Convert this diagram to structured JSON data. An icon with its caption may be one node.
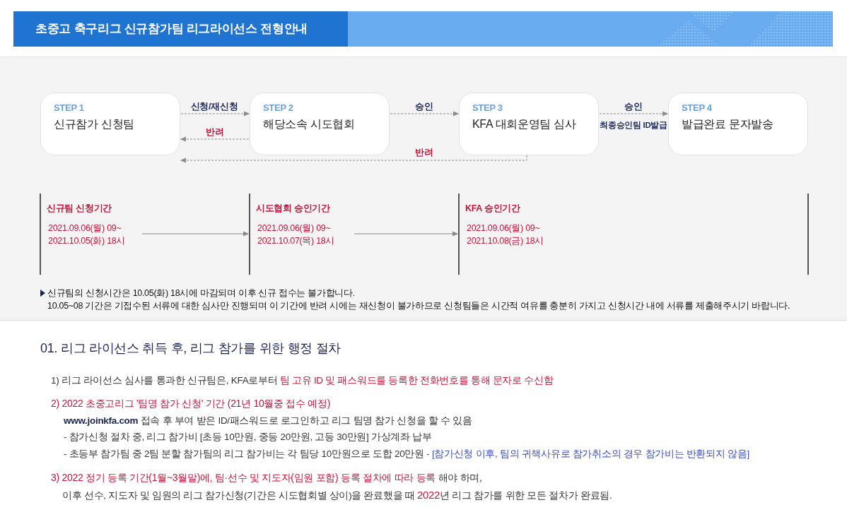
{
  "diagram": {
    "title": "초중고 축구리그 신규참가팀 리그라이선스 전형안내",
    "nodes": [
      {
        "text": [
          "STEP 1",
          "신규참가 신청팀"
        ]
      },
      {
        "text": [
          "STEP 2",
          "해당소속 시도협회"
        ]
      },
      {
        "text": [
          "STEP 3",
          "KFA 대회운영팀 심사"
        ]
      },
      {
        "text": [
          "STEP 4",
          "발급완료 문자발송"
        ]
      },
      {
        "text": [
          "신규팀 신청기간",
          "2021.09.06(월) 09~ 2021.10.05(화) 18시"
        ]
      },
      {
        "text": [
          "시도협회 승인기간",
          "2021.09.06(월) 09~ 2021.10.07(목) 18시"
        ]
      },
      {
        "text": [
          "KFA 승인기간",
          "2021.09.06(월) 09~ 2021.10.08(금) 18시"
        ]
      }
    ],
    "edges": [
      {
        "from": 0,
        "to": 1,
        "arrow": "to",
        "label": "신청/재신청",
        "style": "dashed"
      },
      {
        "from": 1,
        "to": 0,
        "arrow": "to",
        "label": "반려",
        "style": "dashed"
      },
      {
        "from": 1,
        "to": 2,
        "arrow": "to",
        "label": "승인",
        "style": "dashed"
      },
      {
        "from": 2,
        "to": 0,
        "arrow": "to",
        "label": "반려",
        "style": "dashed"
      },
      {
        "from": 2,
        "to": 3,
        "arrow": "to",
        "label": "승인",
        "style": "dashed"
      },
      {
        "from": 4,
        "to": 5,
        "arrow": "to"
      },
      {
        "from": 5,
        "to": 6,
        "arrow": "to"
      }
    ],
    "labels": [
      "최종승인팀 ID발급",
      "신규팀의 신청시간은 10.05(화) 18시에 마감되며 이후 신규 접수는 불가합니다.",
      "10.05~08 기간은 기접수된 서류에 대한 심사만 진행되며 이 기간에 반려 시에는 재신청이 불가하므로 신청팀들은 시간적 여유를 충분히 가지고 신청시간 내에 서류를 제출해주시기 바랍니다.",
      "01. 리그 라이선스 취득 후, 리그 참가를 위한 행정 절차",
      "1) 리그 라이선스 심사를 통과한 신규팀은, KFA로부터 **팀 고유 ID 및 패스워드를 등록한 전화번호를 통해 문자로 수신함**",
      "2) 2022 초중고리그 '팀명 참가 신청' 기간 (21년 10월중 접수 예정)",
      "**www.joinkfa.com** 접속 후 부여 받은 ID/패스워드로 로그인하고 리그 팀명 참가 신청을 할 수 있음",
      "- 참가신청 절차 중, 리그 참가비 [초등 10만원, 중등 20만원, 고등 30만원] 가상계좌 납부",
      "- 초등부 참가팀 중 2팀 분할 참가팀의 리그 참가비는 각 팀당 10만원으로 도합 20만원 **- [참가신청 이후, 팀의 귀책사유로 참가취소의 경우 참가비는 반환되지 않음]**",
      "**3) 2022 정기 등록 기간(1월~3월말)에, 팀·선수 및 지도자(임원 포함) 등록 절차에 따라 등록** 해야 하며,",
      "이후 선수, 지도자 및 임원의 리그 참가신청(기간은 시도협회별 상이)을 완료했을 때 **2022**년 리그 참가를 위한 모든 절차가 완료됨."
    ]
  }
}
